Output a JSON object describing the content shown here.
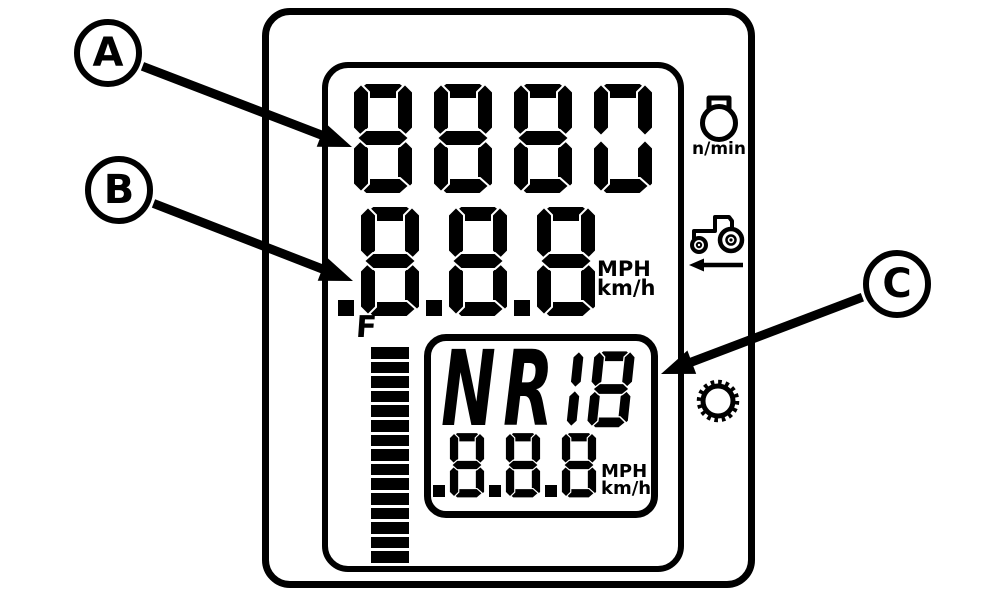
{
  "figure": {
    "callouts": {
      "a": "A",
      "b": "B",
      "c": "C"
    }
  },
  "instrument_panel": {
    "engine_rpm": {
      "display": "8880"
    },
    "ground_speed": {
      "display": "8.8.8",
      "leading_point": true
    },
    "speed_units": {
      "top": "MPH",
      "bottom": "km/h"
    },
    "fuel_gauge": {
      "label": "F",
      "segments": 15
    },
    "info_box": {
      "gear_display": {
        "display": "NR18"
      },
      "speed": {
        "display": "8.8.8",
        "leading_point": true
      },
      "units": {
        "top": "MPH",
        "bottom": "km/h"
      }
    },
    "side_icons": {
      "engine_speed_unit": "n/min",
      "engine_speed_icon": "engine-rpm-gauge",
      "tractor_icon": "tractor-reverse-direction",
      "gear_icon": "gear"
    }
  },
  "colors": {
    "ink": "#000000",
    "paper": "#ffffff"
  }
}
